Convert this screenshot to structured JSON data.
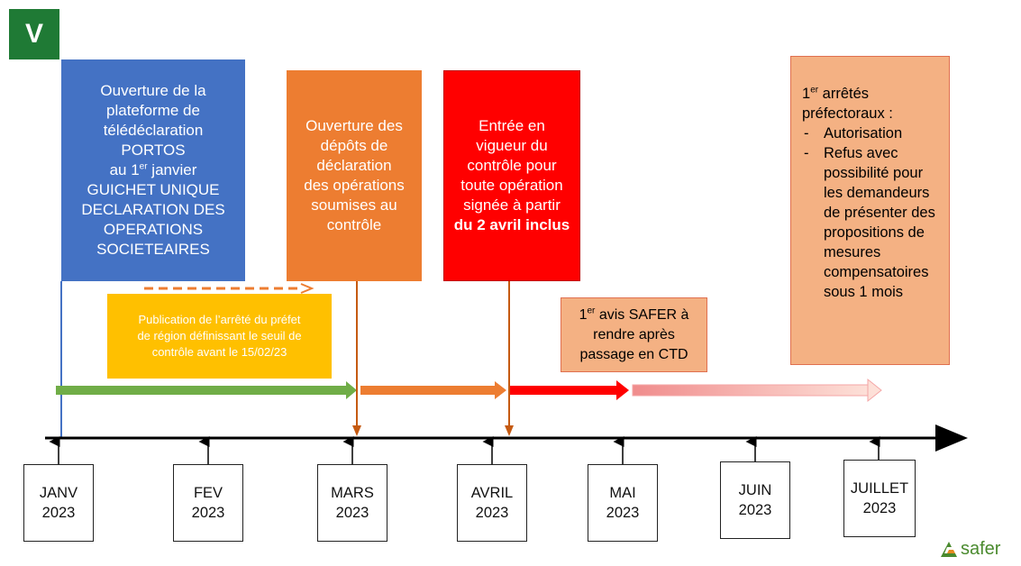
{
  "badge": {
    "label": "V"
  },
  "boxes": {
    "portos": {
      "line1": "Ouverture de la",
      "line2": "plateforme de",
      "line3": "télédéclaration",
      "line4": "PORTOS",
      "line5_pre": "au 1",
      "line5_sup": "er",
      "line5_post": " janvier",
      "line6": "GUICHET UNIQUE",
      "line7": "DECLARATION DES",
      "line8": "OPERATIONS",
      "line9": "SOCIETEAIRES"
    },
    "depots": {
      "line1": "Ouverture des",
      "line2": "dépôts de",
      "line3": "déclaration",
      "line4": "des opérations",
      "line5": "soumises au",
      "line6": "contrôle"
    },
    "entree": {
      "line1": "Entrée en",
      "line2": "vigueur du",
      "line3": "contrôle pour",
      "line4": "toute opération",
      "line5": "signée à partir",
      "line6": "du 2 avril inclus"
    },
    "publication": {
      "line1": "Publication de l’arrêté du préfet",
      "line2": "de région définissant le seuil de",
      "line3": "contrôle avant le 15/02/23"
    },
    "avis": {
      "line1_pre": "1",
      "line1_sup": "er",
      "line1_post": " avis SAFER à",
      "line2": "rendre après",
      "line3": "passage en CTD"
    },
    "arretes": {
      "line1_pre": "1",
      "line1_sup": "er",
      "line1_post": " arrêtés",
      "line2": "préfectoraux :",
      "item1": "Autorisation",
      "item2_l1": "Refus avec",
      "item2_l2": "possibilité pour",
      "item2_l3": "les demandeurs",
      "item2_l4": "de présenter des",
      "item2_l5": "propositions de",
      "item2_l6": "mesures",
      "item2_l7": "compensatoires",
      "item2_l8": "sous 1 mois"
    }
  },
  "months": [
    {
      "name": "JANV",
      "year": "2023"
    },
    {
      "name": "FEV",
      "year": "2023"
    },
    {
      "name": "MARS",
      "year": "2023"
    },
    {
      "name": "AVRIL",
      "year": "2023"
    },
    {
      "name": "MAI",
      "year": "2023"
    },
    {
      "name": "JUIN",
      "year": "2023"
    },
    {
      "name": "JUILLET",
      "year": "2023"
    }
  ],
  "colors": {
    "badge": "#1f7a35",
    "blue": "#4472c4",
    "orange": "#ed7d31",
    "red": "#ff0000",
    "salmon": "#f4b183",
    "yellow": "#ffc000",
    "green_arrow": "#70ad47",
    "pink_arrow": "#f4a6a6"
  },
  "logo": {
    "text": "safer"
  }
}
